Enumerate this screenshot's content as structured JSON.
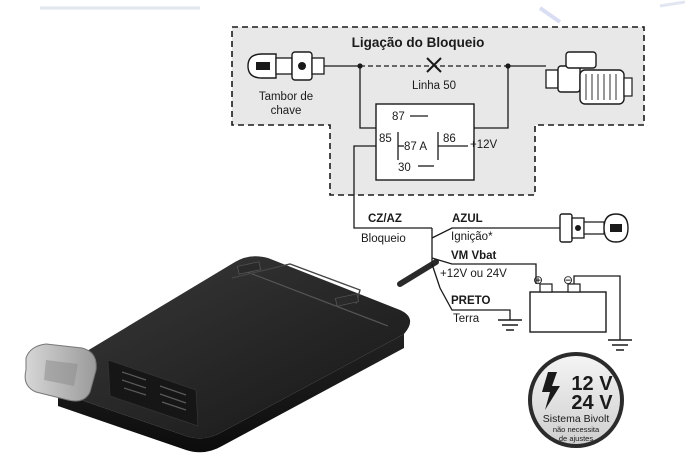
{
  "diagram": {
    "title": "Ligação do Bloqueio",
    "line50_label": "Linha 50",
    "ignition_cylinder_label_line1": "Tambor de",
    "ignition_cylinder_label_line2": "chave",
    "relay": {
      "pin_87": "87",
      "pin_85": "85",
      "pin_87a": "87 A",
      "pin_86": "86",
      "pin_30": "30",
      "supply": "+12V"
    },
    "wires": [
      {
        "name": "CZ/AZ",
        "description": "Bloqueio"
      },
      {
        "name": "AZUL",
        "description": "Ignição*"
      },
      {
        "name": "VM Vbat",
        "description": "+12V ou 24V"
      },
      {
        "name": "PRETO",
        "description": "Terra"
      }
    ],
    "battery": {
      "positive": "⊕",
      "negative": "⊖"
    },
    "badge": {
      "voltage_1": "12 V",
      "voltage_2": "24 V",
      "system": "Sistema Bivolt",
      "note_line1": "não necessita",
      "note_line2": "de ajustes"
    },
    "icons": [
      "ignition-cylinder-icon",
      "starter-motor-icon",
      "ignition-key-icon",
      "battery-icon",
      "ground-icon",
      "lightning-icon"
    ],
    "colors": {
      "panel_bg": "#e8e8e8",
      "device": "#1c1c1c",
      "ink": "#1a1a1a"
    }
  }
}
